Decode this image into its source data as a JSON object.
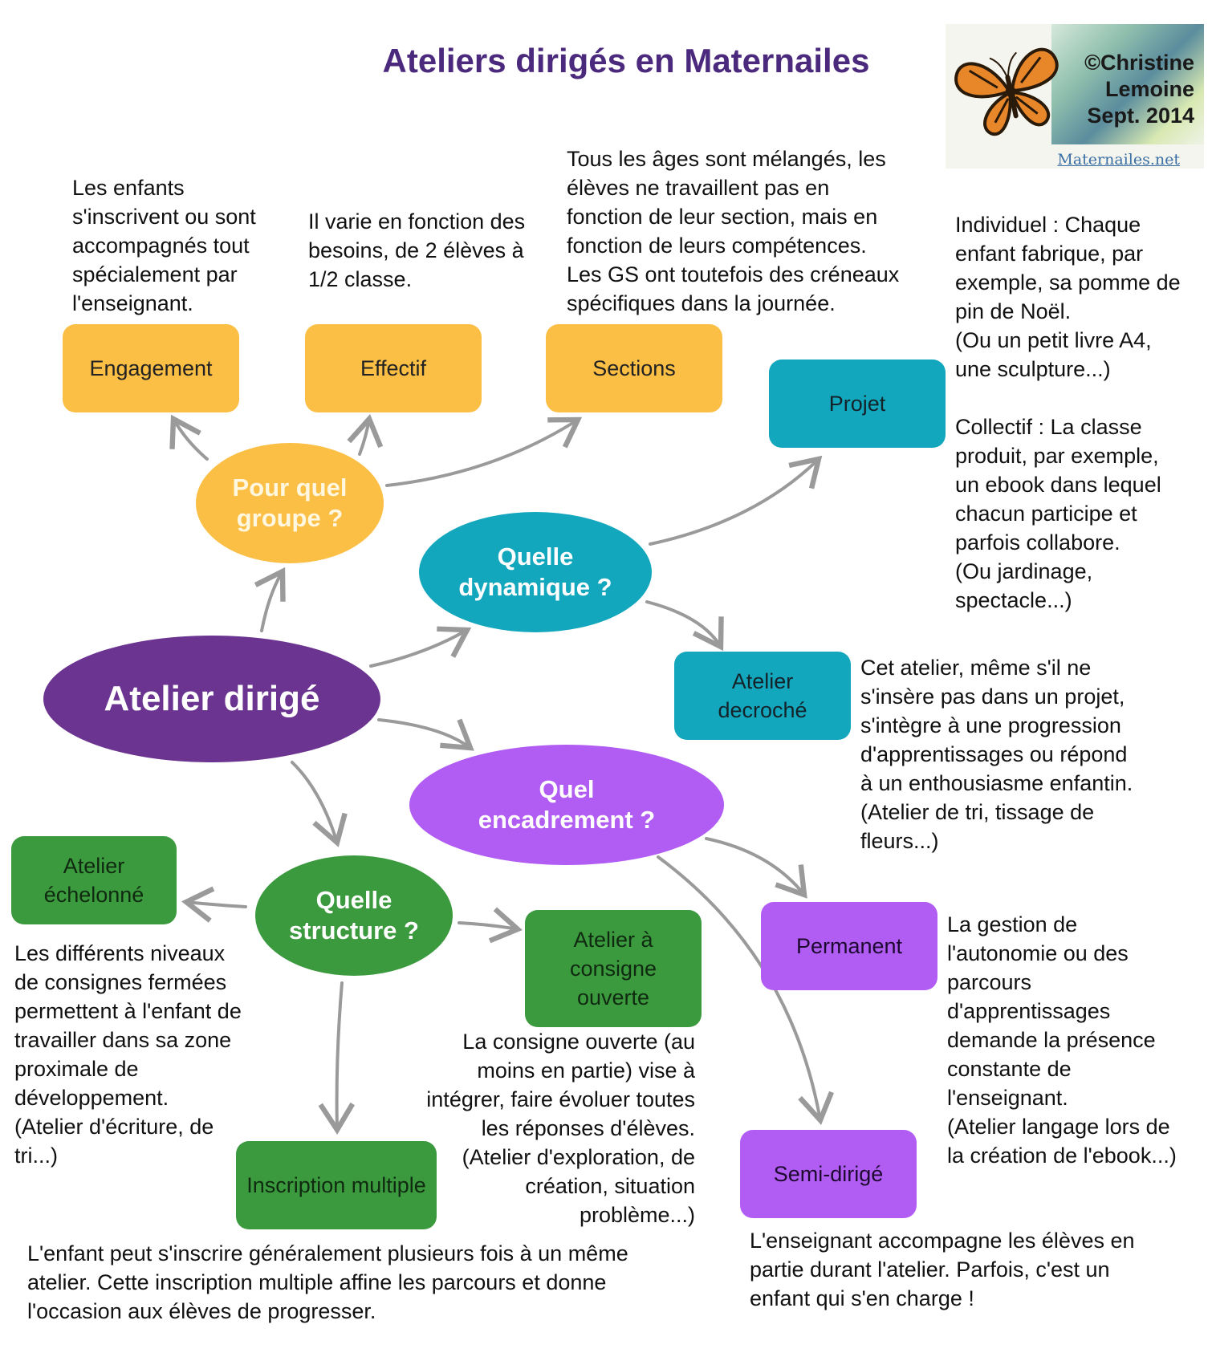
{
  "title": "Ateliers dirigés en Maternailes",
  "logo": {
    "credit": "©Christine\nLemoine\nSept. 2014",
    "site": "Maternailes.net"
  },
  "colors": {
    "purple": "#6b3491",
    "orange": "#fbbf45",
    "teal": "#13a7bd",
    "violet": "#b15df3",
    "green": "#3c9a3e",
    "title": "#4b2a7d",
    "arrow": "#9a9a9a"
  },
  "nodes": {
    "center": "Atelier dirigé",
    "groupe": "Pour quel\ngroupe ?",
    "dynamique": "Quelle\ndynamique ?",
    "encadrement": "Quel\nencadrement ?",
    "structure": "Quelle\nstructure ?",
    "engagement": "Engagement",
    "effectif": "Effectif",
    "sections": "Sections",
    "projet": "Projet",
    "decroche": "Atelier\ndecroché",
    "permanent": "Permanent",
    "semi": "Semi-dirigé",
    "echelonne": "Atelier\néchelonné",
    "consigne": "Atelier à\nconsigne\nouverte",
    "inscription": "Inscription multiple"
  },
  "notes": {
    "engagement": "Les enfants\ns'inscrivent ou sont\naccompagnés tout\nspécialement par\nl'enseignant.",
    "effectif": "Il varie en fonction des\nbesoins, de 2 élèves à\n1/2 classe.",
    "sections": "Tous les âges sont mélangés, les\nélèves ne travaillent pas en\nfonction de leur section, mais en\nfonction de leurs compétences.\nLes GS ont toutefois des créneaux\nspécifiques dans la journée.",
    "projet": "Individuel : Chaque\nenfant fabrique, par\nexemple, sa pomme de\npin de Noël.\n(Ou un petit livre A4,\nune sculpture...)\n\nCollectif : La classe\nproduit, par exemple,\nun ebook dans lequel\nchacun participe et\nparfois collabore.\n(Ou jardinage,\nspectacle...)",
    "decroche": "Cet atelier, même s'il ne\ns'insère pas dans un projet,\ns'intègre à une progression\nd'apprentissages ou répond\nà un enthousiasme enfantin.\n(Atelier de tri, tissage de\nfleurs...)",
    "echelonne": "Les différents niveaux\nde consignes fermées\npermettent à l'enfant de\ntravailler dans sa zone\nproximale de\ndéveloppement.\n(Atelier d'écriture, de\ntri...)",
    "consigne": "La consigne ouverte (au\nmoins en partie) vise à\nintégrer, faire évoluer toutes\nles réponses d'élèves.\n(Atelier d'exploration, de\ncréation, situation\nproblème...)",
    "permanent": "La gestion de\nl'autonomie ou des\nparcours\nd'apprentissages\ndemande la présence\nconstante de\nl'enseignant.\n(Atelier langage lors de\nla création de l'ebook...)",
    "inscription": "L'enfant peut s'inscrire généralement plusieurs fois à un même\natelier. Cette inscription multiple affine les parcours et donne\nl'occasion aux élèves de progresser.",
    "semi": "L'enseignant accompagne les élèves en\npartie durant l'atelier.  Parfois, c'est un\nenfant qui s'en charge !"
  }
}
